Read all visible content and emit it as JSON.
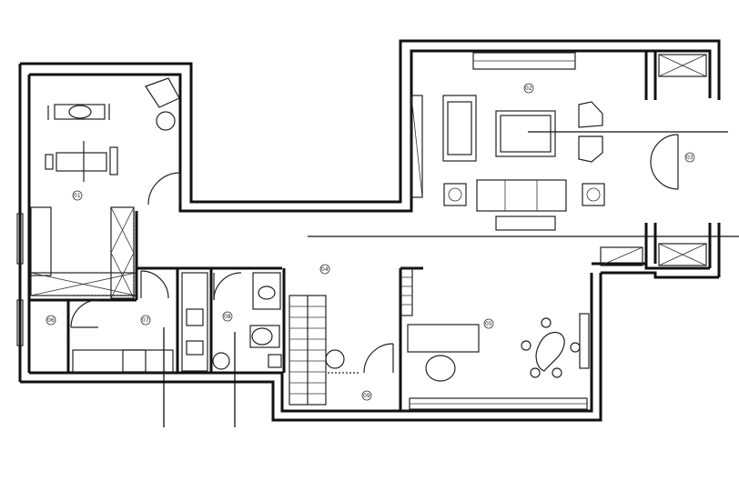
{
  "plan": {
    "room_tags": [
      {
        "id": "tag-gym",
        "label": "01"
      },
      {
        "id": "tag-living",
        "label": "02"
      },
      {
        "id": "tag-entry",
        "label": "03"
      },
      {
        "id": "tag-hall",
        "label": "04"
      },
      {
        "id": "tag-study",
        "label": "05"
      },
      {
        "id": "tag-storage",
        "label": "06"
      },
      {
        "id": "tag-kitchen",
        "label": "07"
      },
      {
        "id": "tag-bath",
        "label": "08"
      },
      {
        "id": "tag-stair",
        "label": "09"
      }
    ]
  }
}
